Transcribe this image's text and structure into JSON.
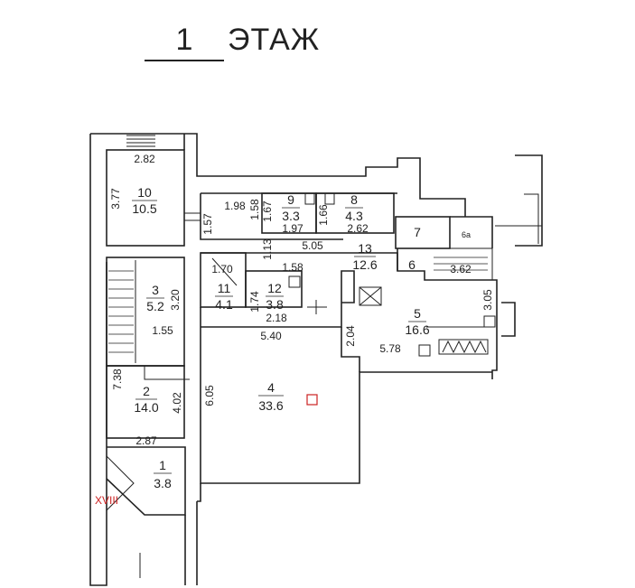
{
  "header": {
    "floor_number": "1",
    "floor_label": "ЭТАЖ"
  },
  "rooms": [
    {
      "number": "10",
      "area": "10.5"
    },
    {
      "number": "9",
      "area": "3.3"
    },
    {
      "number": "8",
      "area": "4.3"
    },
    {
      "number": "7",
      "area": ""
    },
    {
      "number": "13",
      "area": "12.6"
    },
    {
      "number": "6",
      "area": ""
    },
    {
      "number": "3",
      "area": "5.2"
    },
    {
      "number": "11",
      "area": "4.1"
    },
    {
      "number": "12",
      "area": "3.8"
    },
    {
      "number": "5",
      "area": "16.6"
    },
    {
      "number": "2",
      "area": "14.0"
    },
    {
      "number": "4",
      "area": "33.6"
    },
    {
      "number": "1",
      "area": "3.8"
    },
    {
      "number": "6а",
      "area": ""
    }
  ],
  "dimensions": [
    "2.82",
    "3.77",
    "1.98",
    "1.57",
    "1.58",
    "1.67",
    "1.97",
    "1.66",
    "2.62",
    "5.05",
    "1.13",
    "1.70",
    "1.58",
    "3.62",
    "3.20",
    "1.74",
    "2.18",
    "3.05",
    "5.40",
    "1.55",
    "2.04",
    "5.78",
    "7.38",
    "4.02",
    "6.05",
    "2.87"
  ],
  "section_marker": "XVIII",
  "colors": {
    "wall": "#222222",
    "marker": "#cc2222",
    "background": "#ffffff"
  }
}
